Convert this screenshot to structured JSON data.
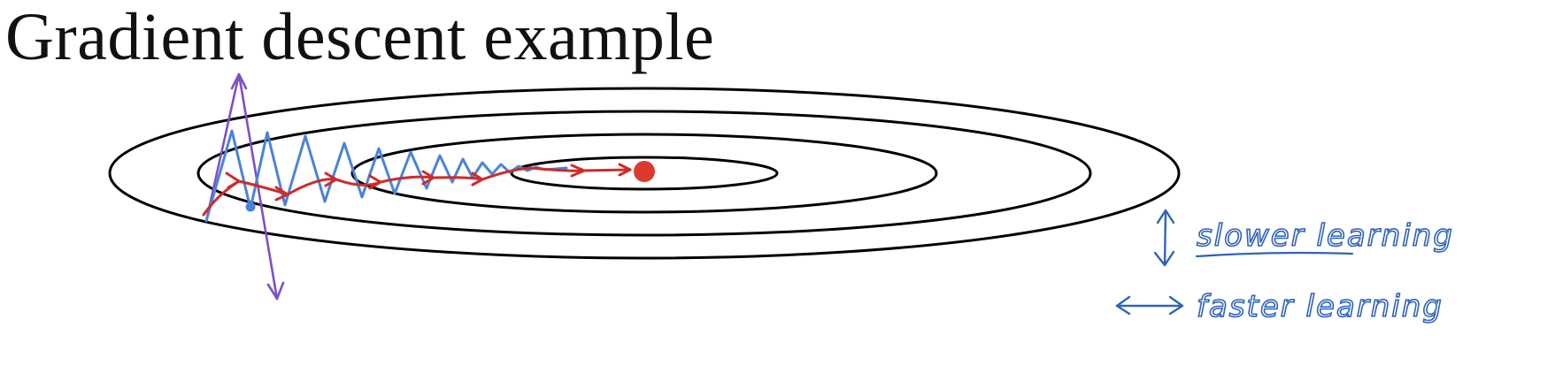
{
  "slide": {
    "title": "Gradient descent example",
    "notes": {
      "slower_learning": "slower learning",
      "faster_learning": "faster learning"
    }
  },
  "colors": {
    "background": "#ffffff",
    "contours": "#000000",
    "oscillating_path": "#4a84d6",
    "momentum_path": "#cf2b2b",
    "minimum_point": "#dd3a2e",
    "large_step_path": "#7e4fc7",
    "annotation_ink": "#2f63b9"
  }
}
